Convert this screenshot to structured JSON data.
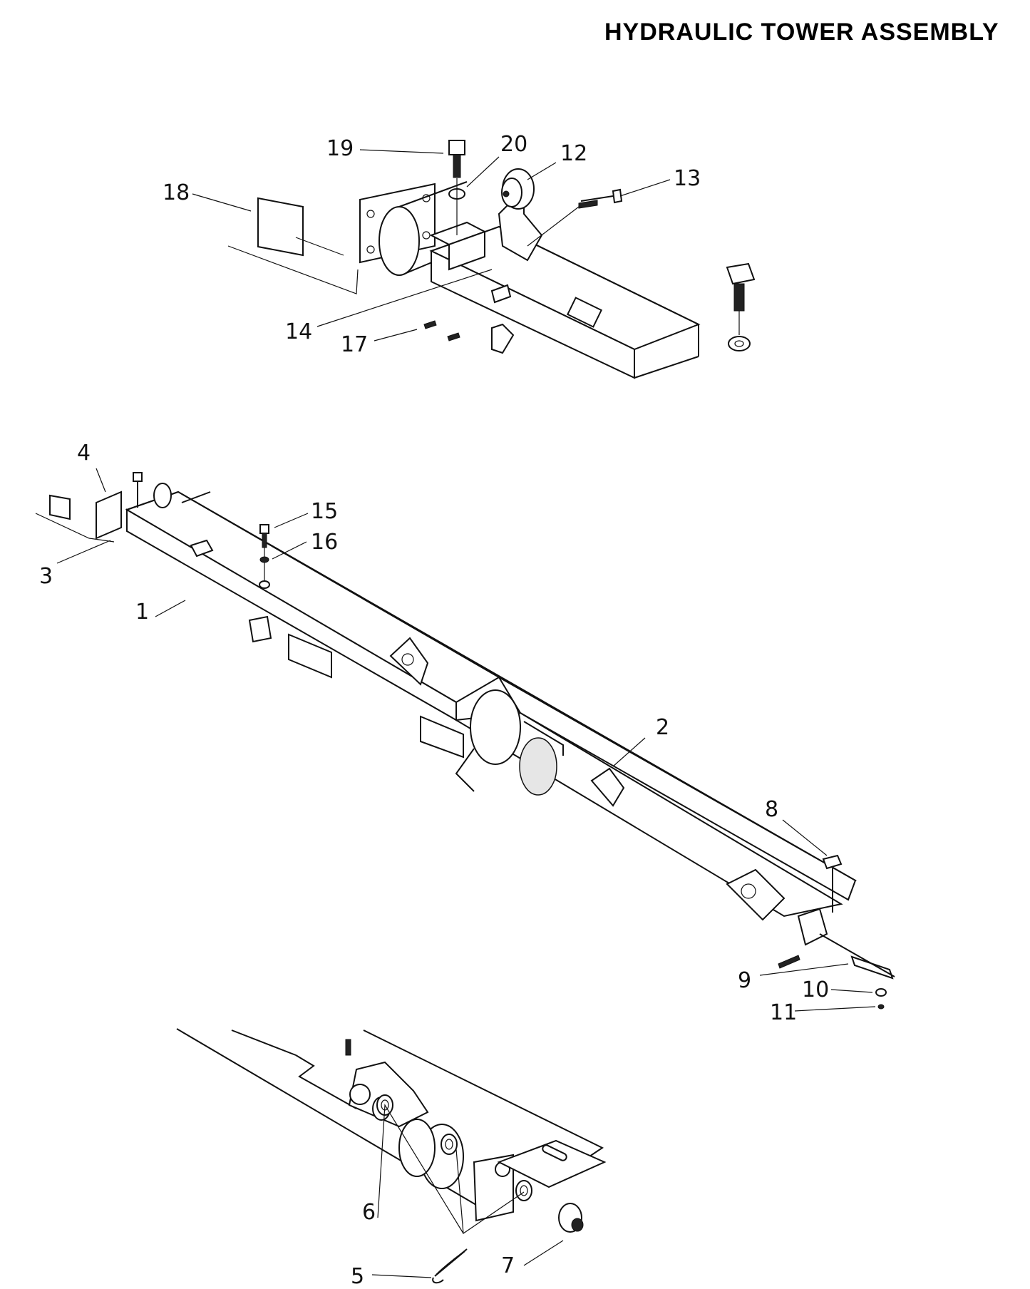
{
  "title": "HYDRAULIC TOWER ASSEMBLY",
  "callouts": {
    "c1": "1",
    "c2": "2",
    "c3": "3",
    "c4": "4",
    "c5": "5",
    "c6": "6",
    "c7": "7",
    "c8": "8",
    "c9": "9",
    "c10": "10",
    "c11": "11",
    "c12": "12",
    "c13": "13",
    "c14": "14",
    "c15": "15",
    "c16": "16",
    "c17": "17",
    "c18": "18",
    "c19": "19",
    "c20": "20"
  }
}
